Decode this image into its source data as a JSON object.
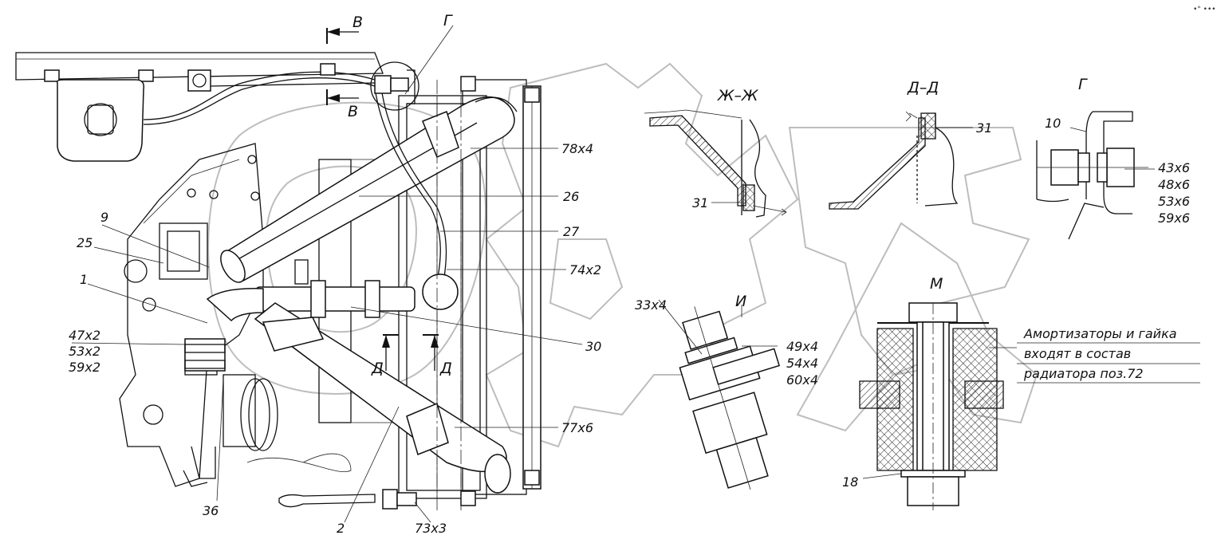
{
  "sections": {
    "view_b": "В",
    "view_g": "Г",
    "section_zh": "Ж–Ж",
    "section_d": "Д–Д",
    "view_g_detail": "Г",
    "view_i": "И",
    "view_m": "М",
    "section_d_mark": "Д"
  },
  "callouts": {
    "c9": "9",
    "c25": "25",
    "c1": "1",
    "c47x2": "47x2",
    "c53x2": "53x2",
    "c59x2": "59x2",
    "c36": "36",
    "c2": "2",
    "c73x3": "73x3",
    "c77x6": "77x6",
    "c30": "30",
    "c74x2": "74x2",
    "c27": "27",
    "c26": "26",
    "c78x4": "78x4",
    "c31a": "31",
    "c31b": "31",
    "c10": "10",
    "c43x6": "43x6",
    "c48x6": "48x6",
    "c53x6": "53x6",
    "c59x6": "59x6",
    "c33x4": "33x4",
    "c49x4": "49x4",
    "c54x4": "54x4",
    "c60x4": "60x4",
    "c18": "18"
  },
  "note": {
    "line1": "Амортизаторы и гайка",
    "line2": "входят в состав",
    "line3": "радиатора поз.72"
  },
  "corner_mark": "•° •••"
}
